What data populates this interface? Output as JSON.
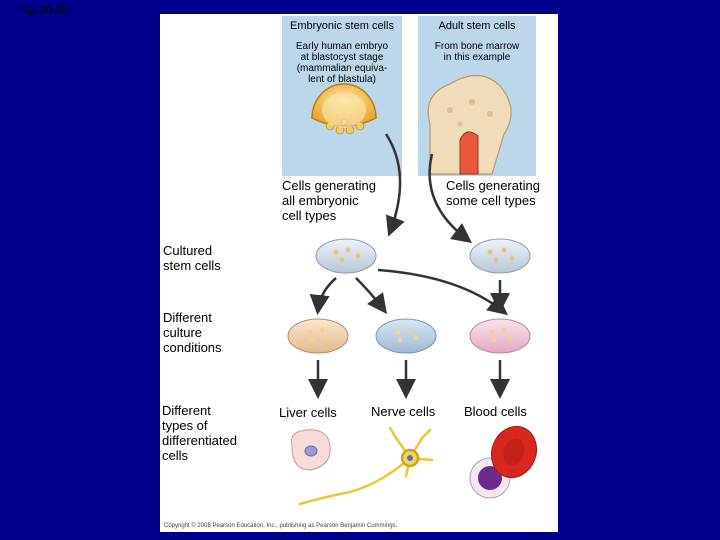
{
  "figure_label": "Fig. 20-20",
  "columns": {
    "left_header": "Embryonic stem cells",
    "right_header": "Adult stem cells",
    "left_desc": [
      "Early human embryo",
      "at blastocyst stage",
      "(mammalian equiva-",
      "lent of blastula)"
    ],
    "right_desc": [
      "From bone marrow",
      "in this example"
    ]
  },
  "generating": {
    "all": [
      "Cells generating",
      "all embryonic",
      "cell types"
    ],
    "some": [
      "Cells generating",
      "some cell types"
    ]
  },
  "row_labels": {
    "cultured": [
      "Cultured",
      "stem cells"
    ],
    "culture_conditions": [
      "Different",
      "culture",
      "conditions"
    ],
    "differentiated": [
      "Different",
      "types of",
      "differentiated",
      "cells"
    ]
  },
  "cell_types": {
    "liver": "Liver cells",
    "nerve": "Nerve cells",
    "blood": "Blood cells"
  },
  "copyright": "Copyright © 2008 Pearson Education, Inc., publishing as Pearson Benjamin Cummings."
}
